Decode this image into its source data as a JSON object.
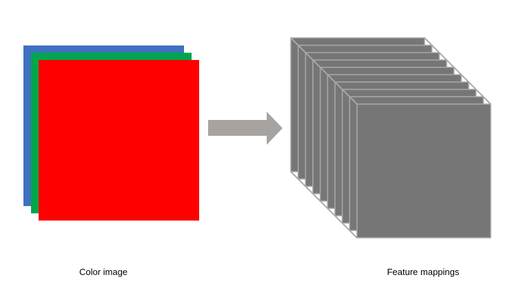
{
  "input": {
    "label": "Color image",
    "channels": [
      {
        "name": "blue",
        "color": "#4070c0"
      },
      {
        "name": "green",
        "color": "#00a64c"
      },
      {
        "name": "red",
        "color": "#ff0000"
      }
    ]
  },
  "arrow": {
    "color": "#a6a3a1"
  },
  "output": {
    "label": "Feature mappings",
    "map_count": 10,
    "fill": "#767676",
    "stroke": "#a8a8a8"
  }
}
